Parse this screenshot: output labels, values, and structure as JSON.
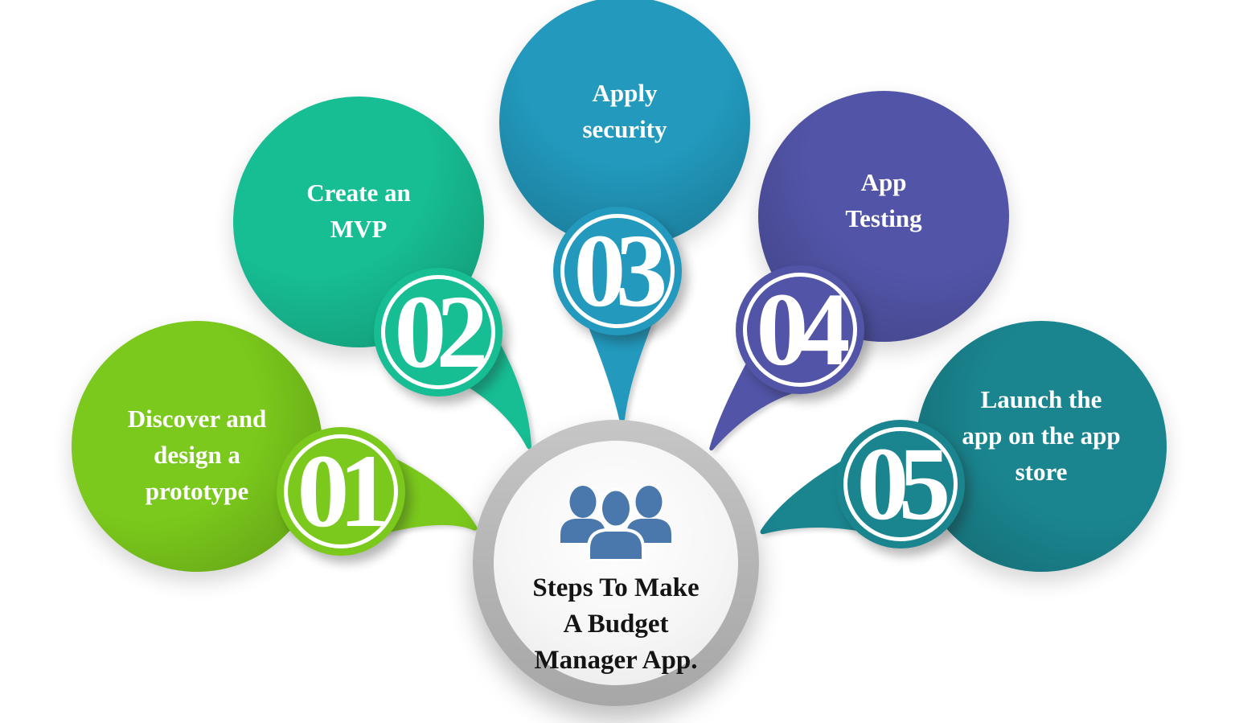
{
  "figure": {
    "background_color": "#ffffff",
    "center": {
      "icon": "people-group-icon",
      "icon_color": "#4a78ad",
      "ring_color": "#b3b3b3",
      "text_color": "#141414",
      "title_lines": [
        "Steps To Make",
        "A Budget",
        "Manager App."
      ],
      "title": "Steps To Make A Budget Manager App."
    },
    "step_text_color": "#ffffff",
    "steps": [
      {
        "number": "01",
        "label": "Discover and design a prototype",
        "lines": [
          "Discover and",
          "design a",
          "prototype"
        ],
        "color": "#7bc91c"
      },
      {
        "number": "02",
        "label": "Create an MVP",
        "lines": [
          "Create an",
          "MVP"
        ],
        "color": "#17bd93"
      },
      {
        "number": "03",
        "label": "Apply security",
        "lines": [
          "Apply",
          "security"
        ],
        "color": "#2299bd"
      },
      {
        "number": "04",
        "label": "App Testing",
        "lines": [
          "App",
          "Testing"
        ],
        "color": "#5254a8"
      },
      {
        "number": "05",
        "label": "Launch the app on the app store",
        "lines": [
          "Launch the",
          "app on the app",
          "store"
        ],
        "color": "#1a858f"
      }
    ]
  }
}
